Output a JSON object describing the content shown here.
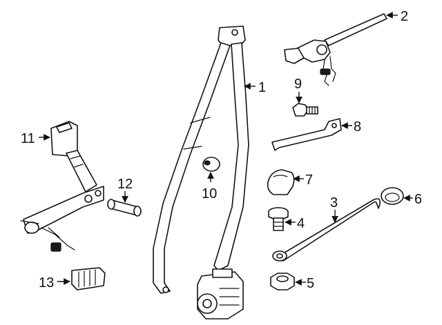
{
  "callouts": {
    "belt_assembly": "1",
    "height_adjuster": "2",
    "cable": "3",
    "bolt_small": "4",
    "nut": "5",
    "grommet": "6",
    "cover": "7",
    "bracket": "8",
    "bolt": "9",
    "clip": "10",
    "buckle": "11",
    "sleeve": "12",
    "connector": "13"
  }
}
